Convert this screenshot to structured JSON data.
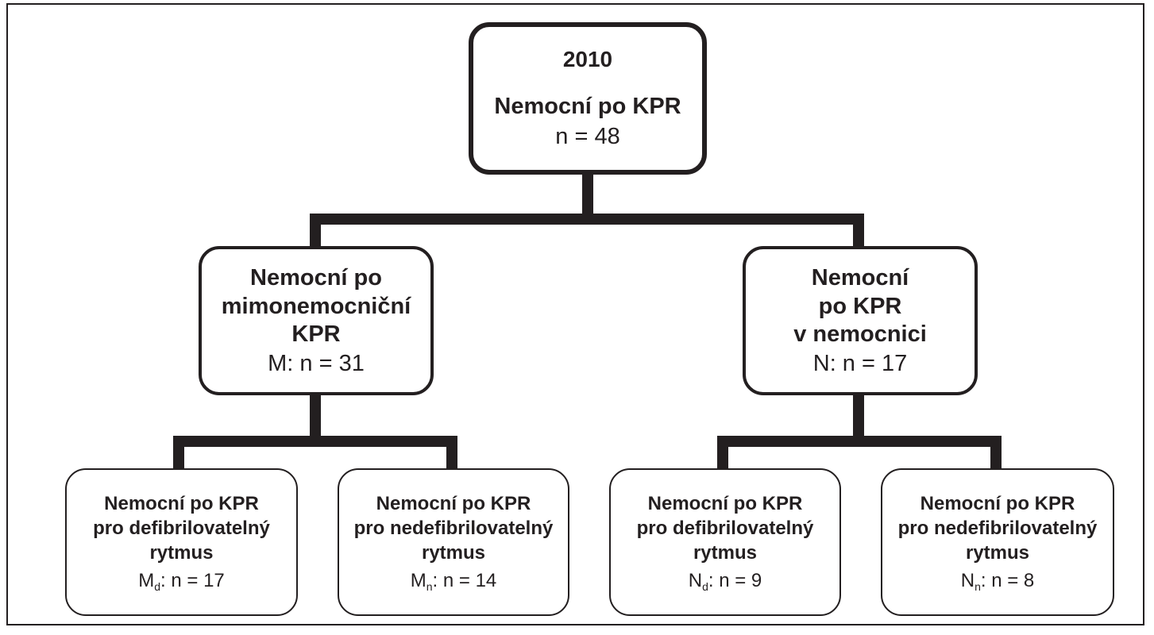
{
  "diagram": {
    "root": {
      "year": "2010",
      "title": "Nemocní po KPR",
      "count": "n = 48"
    },
    "left": {
      "title": "Nemocní po\nmimonemocniční\nKPR",
      "count": "M: n = 31",
      "children": [
        {
          "title": "Nemocní po KPR\npro defibrilovatelný\nrytmus",
          "count_prefix": "M",
          "count_sub": "d",
          "count_rest": ": n = 17"
        },
        {
          "title": "Nemocní po KPR\npro nedefibrilovatelný\nrytmus",
          "count_prefix": "M",
          "count_sub": "n",
          "count_rest": ": n = 14"
        }
      ]
    },
    "right": {
      "title": "Nemocní\npo KPR\nv nemocnici",
      "count": "N: n = 17",
      "children": [
        {
          "title": "Nemocní po KPR\npro defibrilovatelný\nrytmus",
          "count_prefix": "N",
          "count_sub": "d",
          "count_rest": ": n = 9"
        },
        {
          "title": "Nemocní po KPR\npro nedefibrilovatelný\nrytmus",
          "count_prefix": "N",
          "count_sub": "n",
          "count_rest": ": n = 8"
        }
      ]
    }
  }
}
